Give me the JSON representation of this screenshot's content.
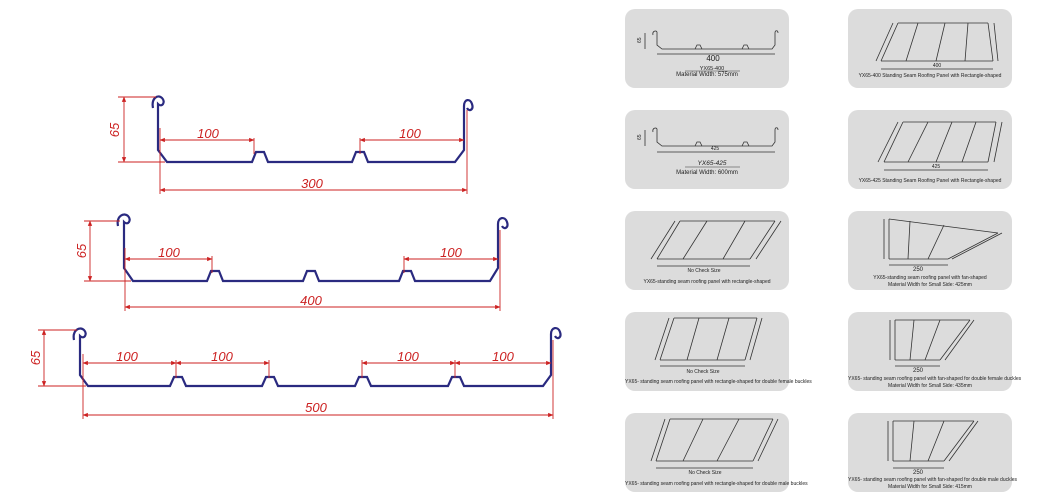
{
  "left_diagram": {
    "profile_300": {
      "height": "65",
      "span_left": "100",
      "span_right": "100",
      "total": "300"
    },
    "profile_400": {
      "height": "65",
      "span_left": "100",
      "span_right": "100",
      "total": "400"
    },
    "profile_500": {
      "height": "65",
      "spans": [
        "100",
        "100",
        "100",
        "100"
      ],
      "total": "500"
    }
  },
  "cards": {
    "c1": {
      "height": "65",
      "width": "400",
      "model": "YX65-400",
      "caption": "Material Width: 575mm"
    },
    "c2": {
      "caption": "YX65-400 Standing Seam Roofing Panel with Rectangle-shaped",
      "width": "400"
    },
    "c3": {
      "height": "65",
      "width": "425",
      "model": "YX65-425",
      "caption": "Material Width: 600mm"
    },
    "c4": {
      "caption": "YX65-425 Standing Seam Roofing Panel with Rectangle-shaped",
      "width": "425"
    },
    "c5": {
      "label": "No Check Size",
      "caption": "YX65-standing seam roofing panel with rectangle-shaped"
    },
    "c6": {
      "width": "250",
      "caption": "YX65-standing seam roofing panel with fan-shaped",
      "caption2": "Material Width for Small Side: 425mm"
    },
    "c7": {
      "label": "No Check Size",
      "caption": "YX65- standing seam roofing panel with rectangle-shaped for double female buckles"
    },
    "c8": {
      "width": "250",
      "caption": "YX65- standing seam roofing panel with fan-shaped for double female duckles",
      "caption2": "Material Width for Small Side: 435mm"
    },
    "c9": {
      "label": "No Check Size",
      "caption": "YX65- standing seam roofing panel with rectangle-shaped for double male buckles"
    },
    "c10": {
      "width": "250",
      "caption": "YX65- standing seam roofing panel with fan-shaped for double male duckles",
      "caption2": "Material Width for Small Side: 415mm"
    }
  }
}
